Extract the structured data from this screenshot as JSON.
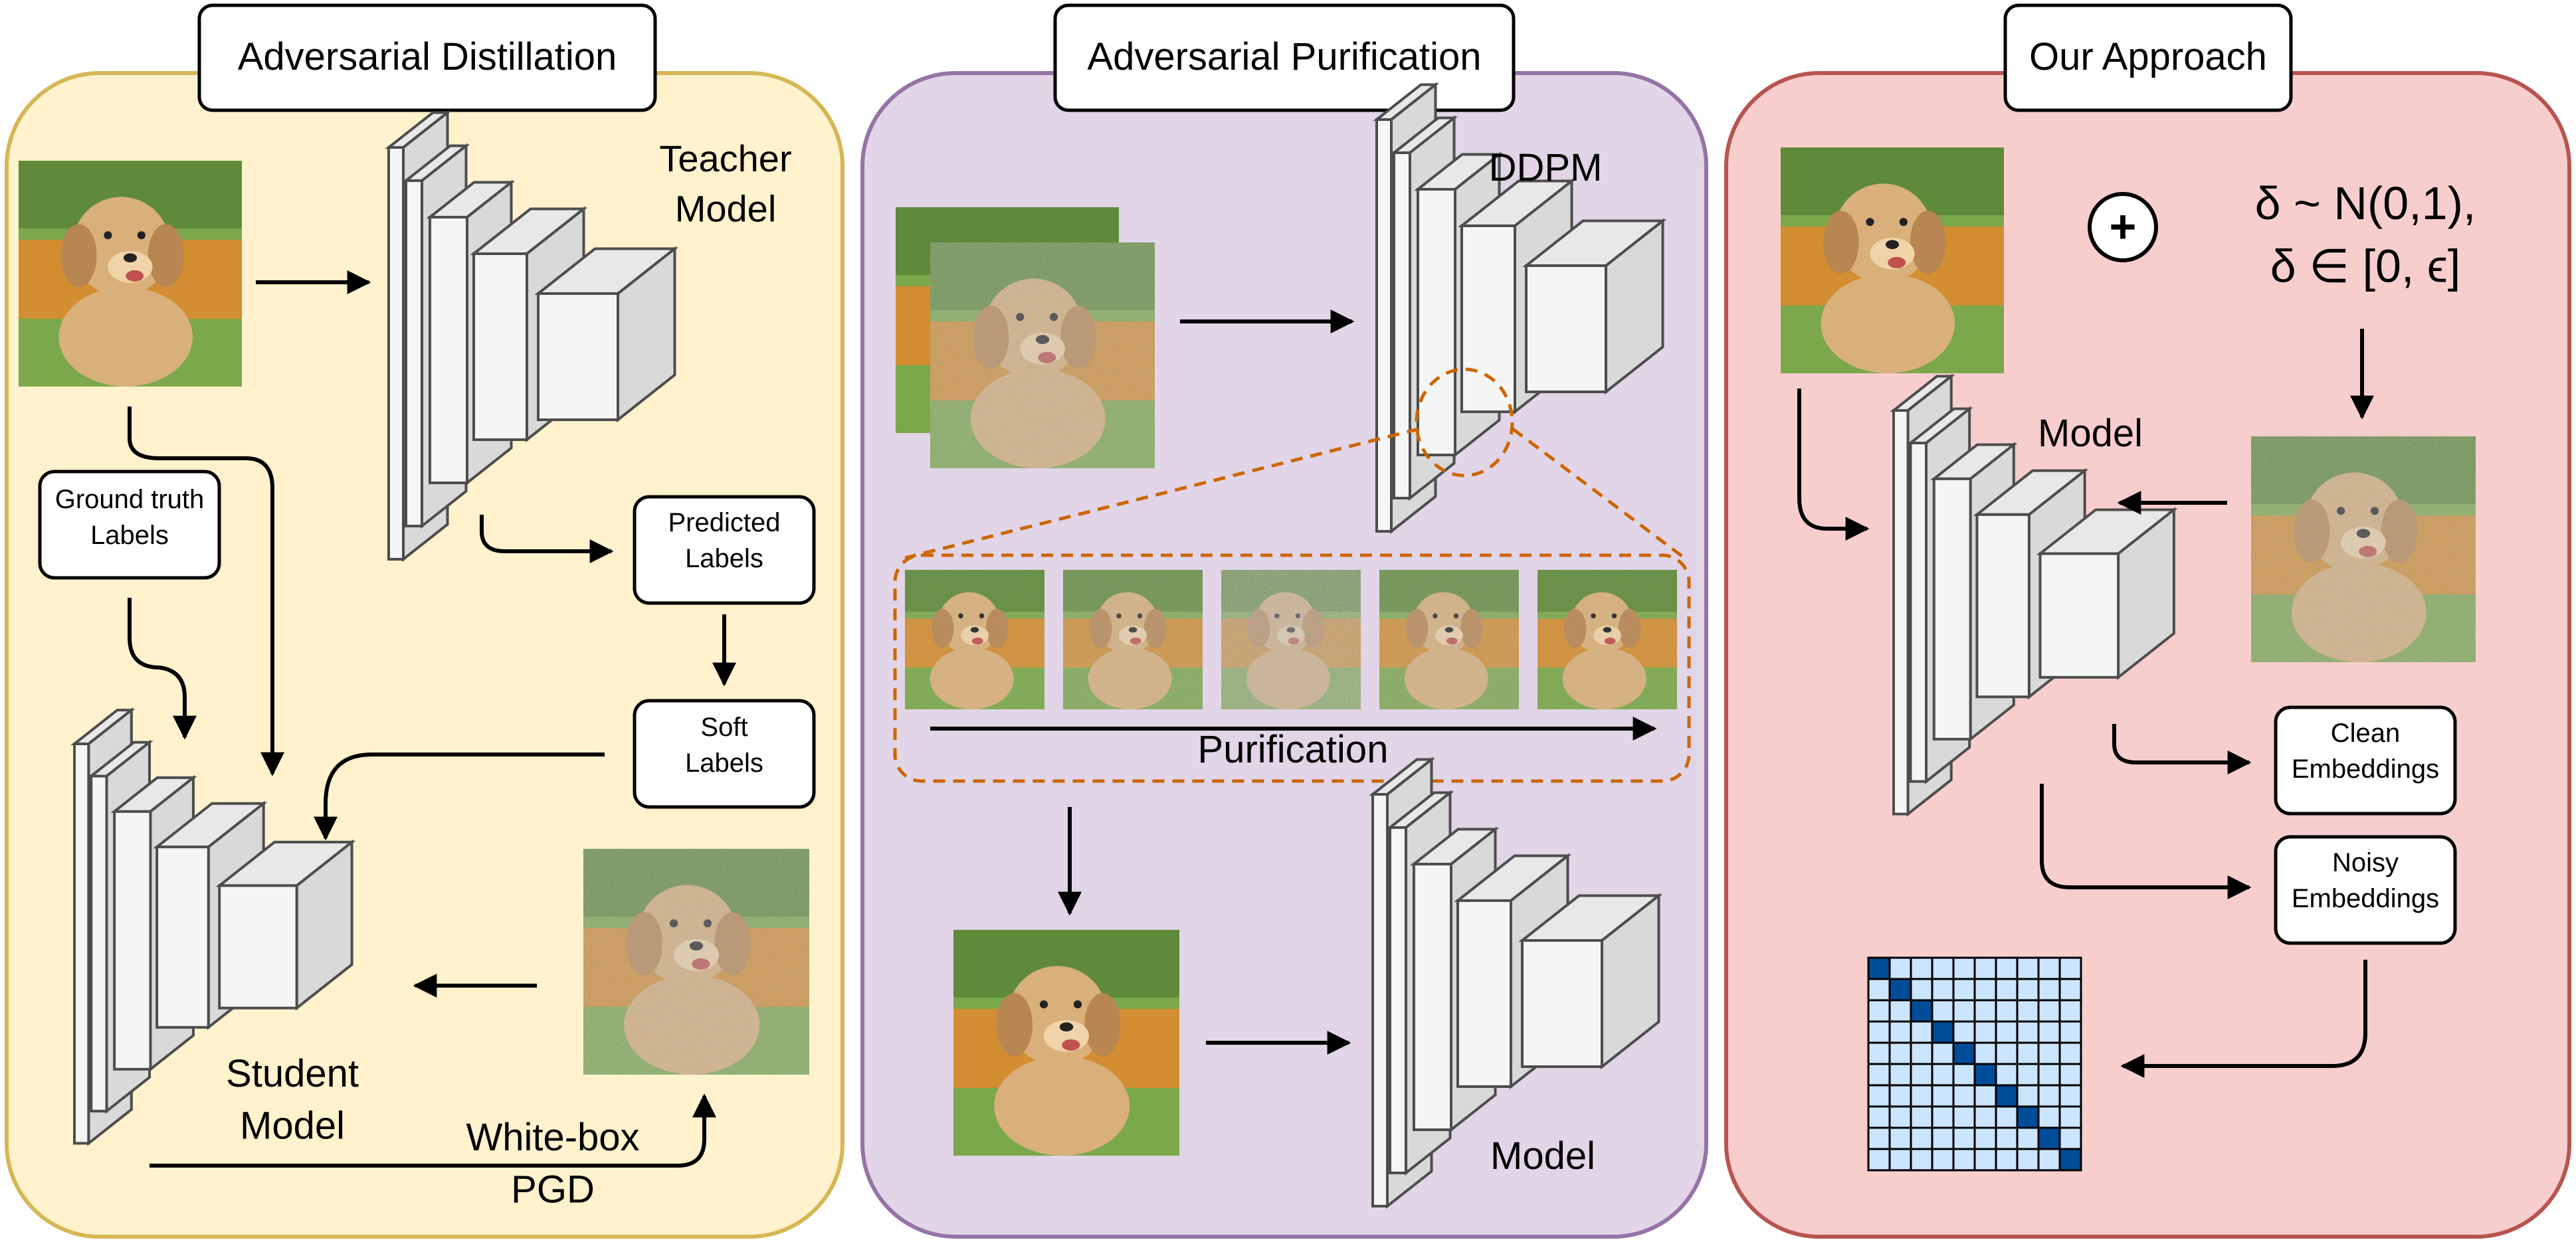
{
  "colors": {
    "panel_distillation_fill": "#fff2cc",
    "panel_distillation_stroke": "#d6b656",
    "panel_purification_fill": "#e1d5e7",
    "panel_purification_stroke": "#9673a6",
    "panel_approach_fill": "#f8cecc",
    "panel_approach_stroke": "#b85450",
    "dashed_highlight": "#cc6600",
    "matrix_cell": "#cce5ff",
    "matrix_diagonal": "#004c99",
    "grass": "#7aa84a",
    "flowers": "#e38a2e",
    "dog_fur": "#d9b07a"
  },
  "panels": {
    "distillation": {
      "title": "Adversarial Distillation",
      "teacher_label": "Teacher\nModel",
      "ground_truth_label": "Ground truth\nLabels",
      "predicted_label": "Predicted\nLabels",
      "soft_label": "Soft\nLabels",
      "student_label": "Student\nModel",
      "attack_label": "White-box\nPGD"
    },
    "purification": {
      "title": "Adversarial Purification",
      "ddpm_label": "DDPM",
      "purification_label": "Purification",
      "model_label": "Model"
    },
    "approach": {
      "title": "Our Approach",
      "plus_symbol": "+",
      "noise_formula": "δ ~ N(0,1),\nδ ∈ [0, ϵ]",
      "model_label": "Model",
      "clean_label": "Clean\nEmbeddings",
      "noisy_label": "Noisy\nEmbeddings"
    }
  }
}
